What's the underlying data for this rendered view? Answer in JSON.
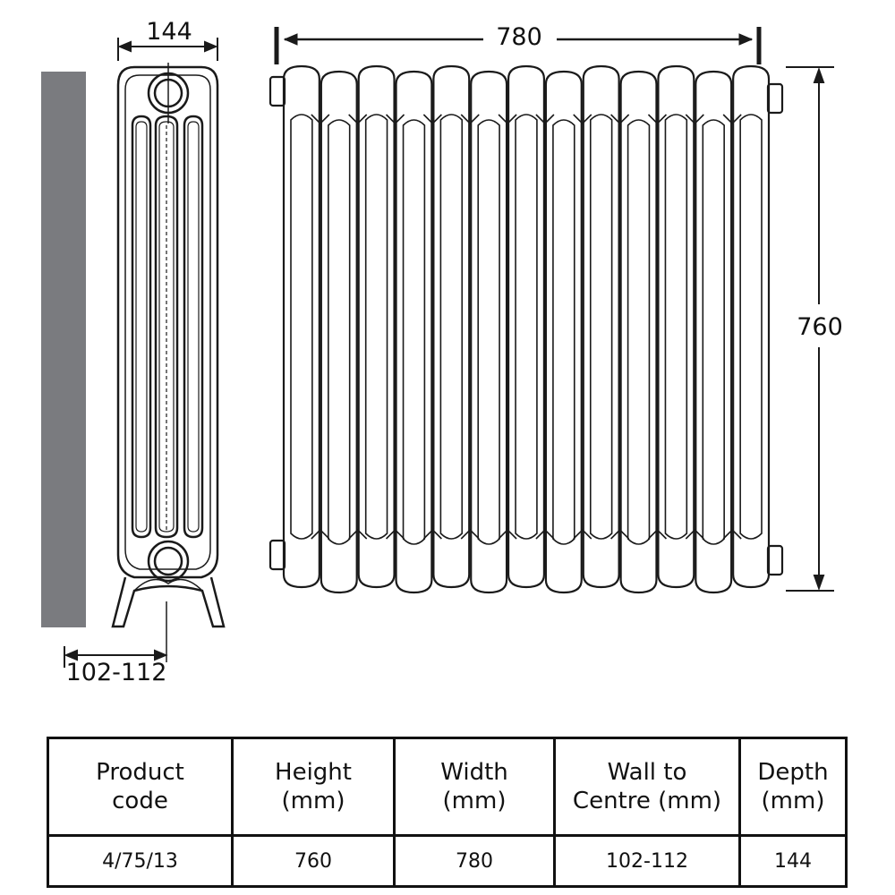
{
  "dimensions": {
    "side_depth": "144",
    "front_width": "780",
    "front_height": "760",
    "wall_to_centre": "102-112"
  },
  "table": {
    "headers": [
      "Product\ncode",
      "Height\n(mm)",
      "Width\n(mm)",
      "Wall to\nCentre (mm)",
      "Depth\n(mm)"
    ],
    "rows": [
      [
        "4/75/13",
        "760",
        "780",
        "102-112",
        "144"
      ]
    ]
  },
  "colors": {
    "wall": "#7a7b7f",
    "line": "#1a1a1a"
  }
}
